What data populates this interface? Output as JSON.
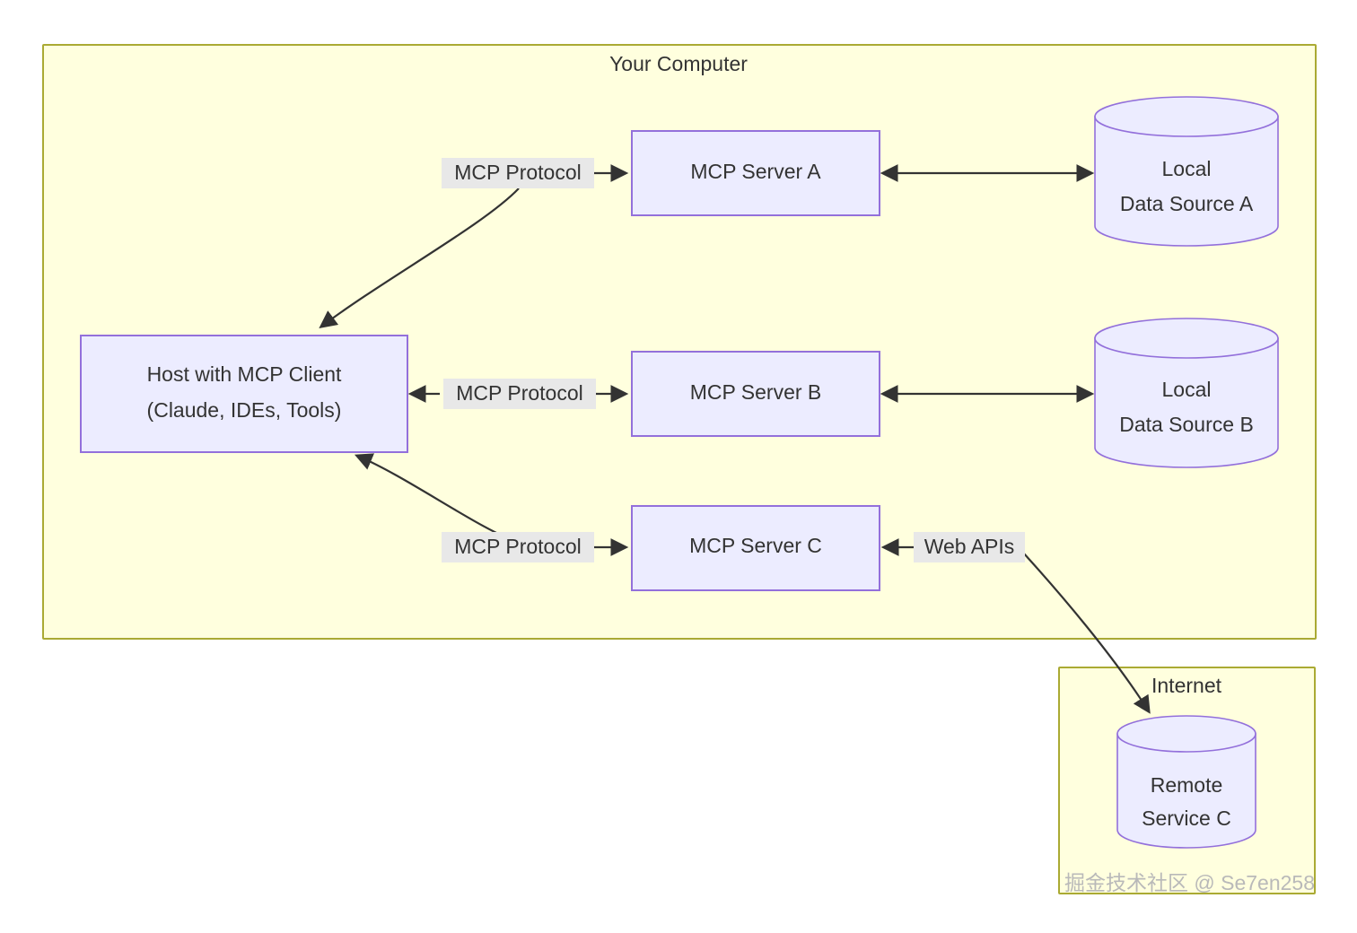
{
  "diagram": {
    "type": "architecture-flow",
    "title_visible": false,
    "colors": {
      "cluster_fill": "#ffffde",
      "cluster_stroke": "#aaaa33",
      "node_fill": "#ececff",
      "node_stroke": "#9370db",
      "edge_stroke": "#333333",
      "edge_label_bg": "#e8e8e8",
      "text": "#333333",
      "watermark": "#b9b9b9",
      "page_bg": "#ffffff"
    },
    "clusters": [
      {
        "id": "your-computer",
        "label": "Your Computer"
      },
      {
        "id": "internet",
        "label": "Internet"
      }
    ],
    "nodes": [
      {
        "id": "host",
        "shape": "rect",
        "label_line1": "Host with MCP Client",
        "label_line2": "(Claude, IDEs, Tools)"
      },
      {
        "id": "server-a",
        "shape": "rect",
        "label_line1": "MCP Server A",
        "label_line2": ""
      },
      {
        "id": "server-b",
        "shape": "rect",
        "label_line1": "MCP Server B",
        "label_line2": ""
      },
      {
        "id": "server-c",
        "shape": "rect",
        "label_line1": "MCP Server C",
        "label_line2": ""
      },
      {
        "id": "source-a",
        "shape": "cylinder",
        "label_line1": "Local",
        "label_line2": "Data Source A"
      },
      {
        "id": "source-b",
        "shape": "cylinder",
        "label_line1": "Local",
        "label_line2": "Data Source B"
      },
      {
        "id": "remote-c",
        "shape": "cylinder",
        "label_line1": "Remote",
        "label_line2": "Service C"
      }
    ],
    "edges": [
      {
        "id": "host-server-a",
        "from": "host",
        "to": "server-a",
        "label": "MCP Protocol",
        "arrows": "both-split"
      },
      {
        "id": "host-server-b",
        "from": "host",
        "to": "server-b",
        "label": "MCP Protocol",
        "arrows": "both"
      },
      {
        "id": "host-server-c",
        "from": "host",
        "to": "server-c",
        "label": "MCP Protocol",
        "arrows": "both-split"
      },
      {
        "id": "server-a-source-a",
        "from": "server-a",
        "to": "source-a",
        "label": "",
        "arrows": "both"
      },
      {
        "id": "server-b-source-b",
        "from": "server-b",
        "to": "source-b",
        "label": "",
        "arrows": "both"
      },
      {
        "id": "server-c-remote-c",
        "from": "server-c",
        "to": "remote-c",
        "label": "Web APIs",
        "arrows": "both-split"
      }
    ]
  },
  "watermark": {
    "text": "掘金技术社区 @ Se7en258"
  }
}
